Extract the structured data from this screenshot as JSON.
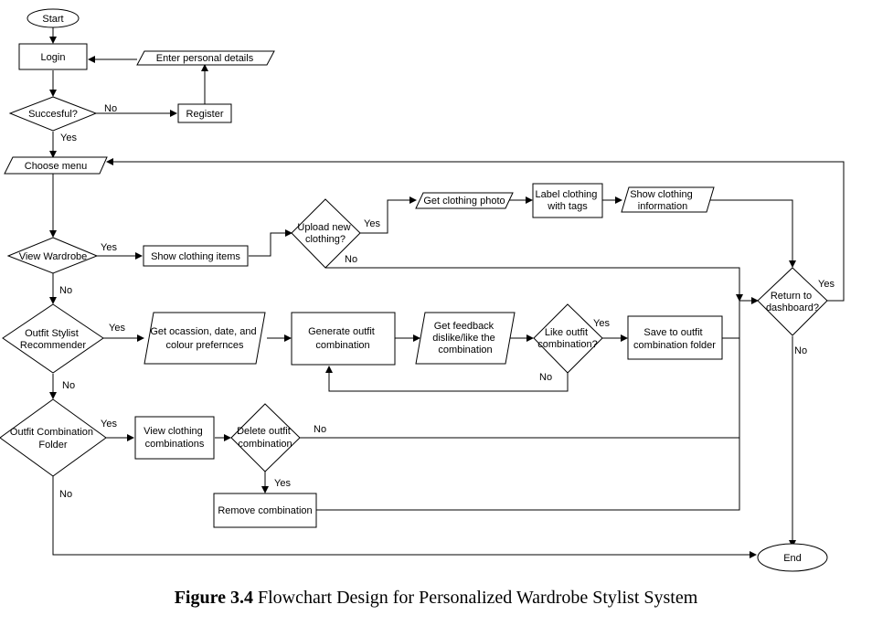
{
  "nodes": {
    "start": "Start",
    "login": "Login",
    "enter_details": "Enter personal details",
    "successful": "Succesful?",
    "register": "Register",
    "choose_menu": "Choose menu",
    "view_wardrobe": "View Wardrobe",
    "show_items": "Show clothing items",
    "upload_new": [
      "Upload new",
      "clothing?"
    ],
    "get_photo": "Get clothing photo",
    "label_tags": [
      "Label clothing",
      "with tags"
    ],
    "show_info": [
      "Show clothing",
      "information"
    ],
    "return_dashboard": [
      "Return to",
      "dashboard?"
    ],
    "outfit_stylist": [
      "Outfit Stylist",
      "Recommender"
    ],
    "get_preferences": [
      "Get ocassion, date, and",
      "colour prefernces"
    ],
    "generate_outfit": [
      "Generate outfit",
      "combination"
    ],
    "get_feedback": [
      "Get feedback",
      "dislike/like the",
      "combination"
    ],
    "like_outfit": [
      "Like outfit",
      "combination?"
    ],
    "save_folder": [
      "Save to outfit",
      "combination folder"
    ],
    "combination_folder": [
      "Outfit Combination",
      "Folder"
    ],
    "view_combinations": [
      "View clothing",
      "combinations"
    ],
    "delete_outfit": [
      "Delete outfit",
      "combination"
    ],
    "remove_combination": "Remove combination",
    "end": "End"
  },
  "edge_labels": {
    "successful_no": "No",
    "successful_yes": "Yes",
    "wardrobe_yes": "Yes",
    "upload_yes": "Yes",
    "upload_no": "No",
    "wardrobe_no": "No",
    "stylist_yes": "Yes",
    "return_yes": "Yes",
    "return_no": "No",
    "like_yes": "Yes",
    "like_no": "No",
    "stylist_no": "No",
    "folder_yes": "Yes",
    "delete_no": "No",
    "delete_yes": "Yes",
    "folder_no": "No"
  },
  "caption": {
    "label": "Figure 3.4",
    "text": " Flowchart Design for Personalized Wardrobe Stylist System"
  }
}
